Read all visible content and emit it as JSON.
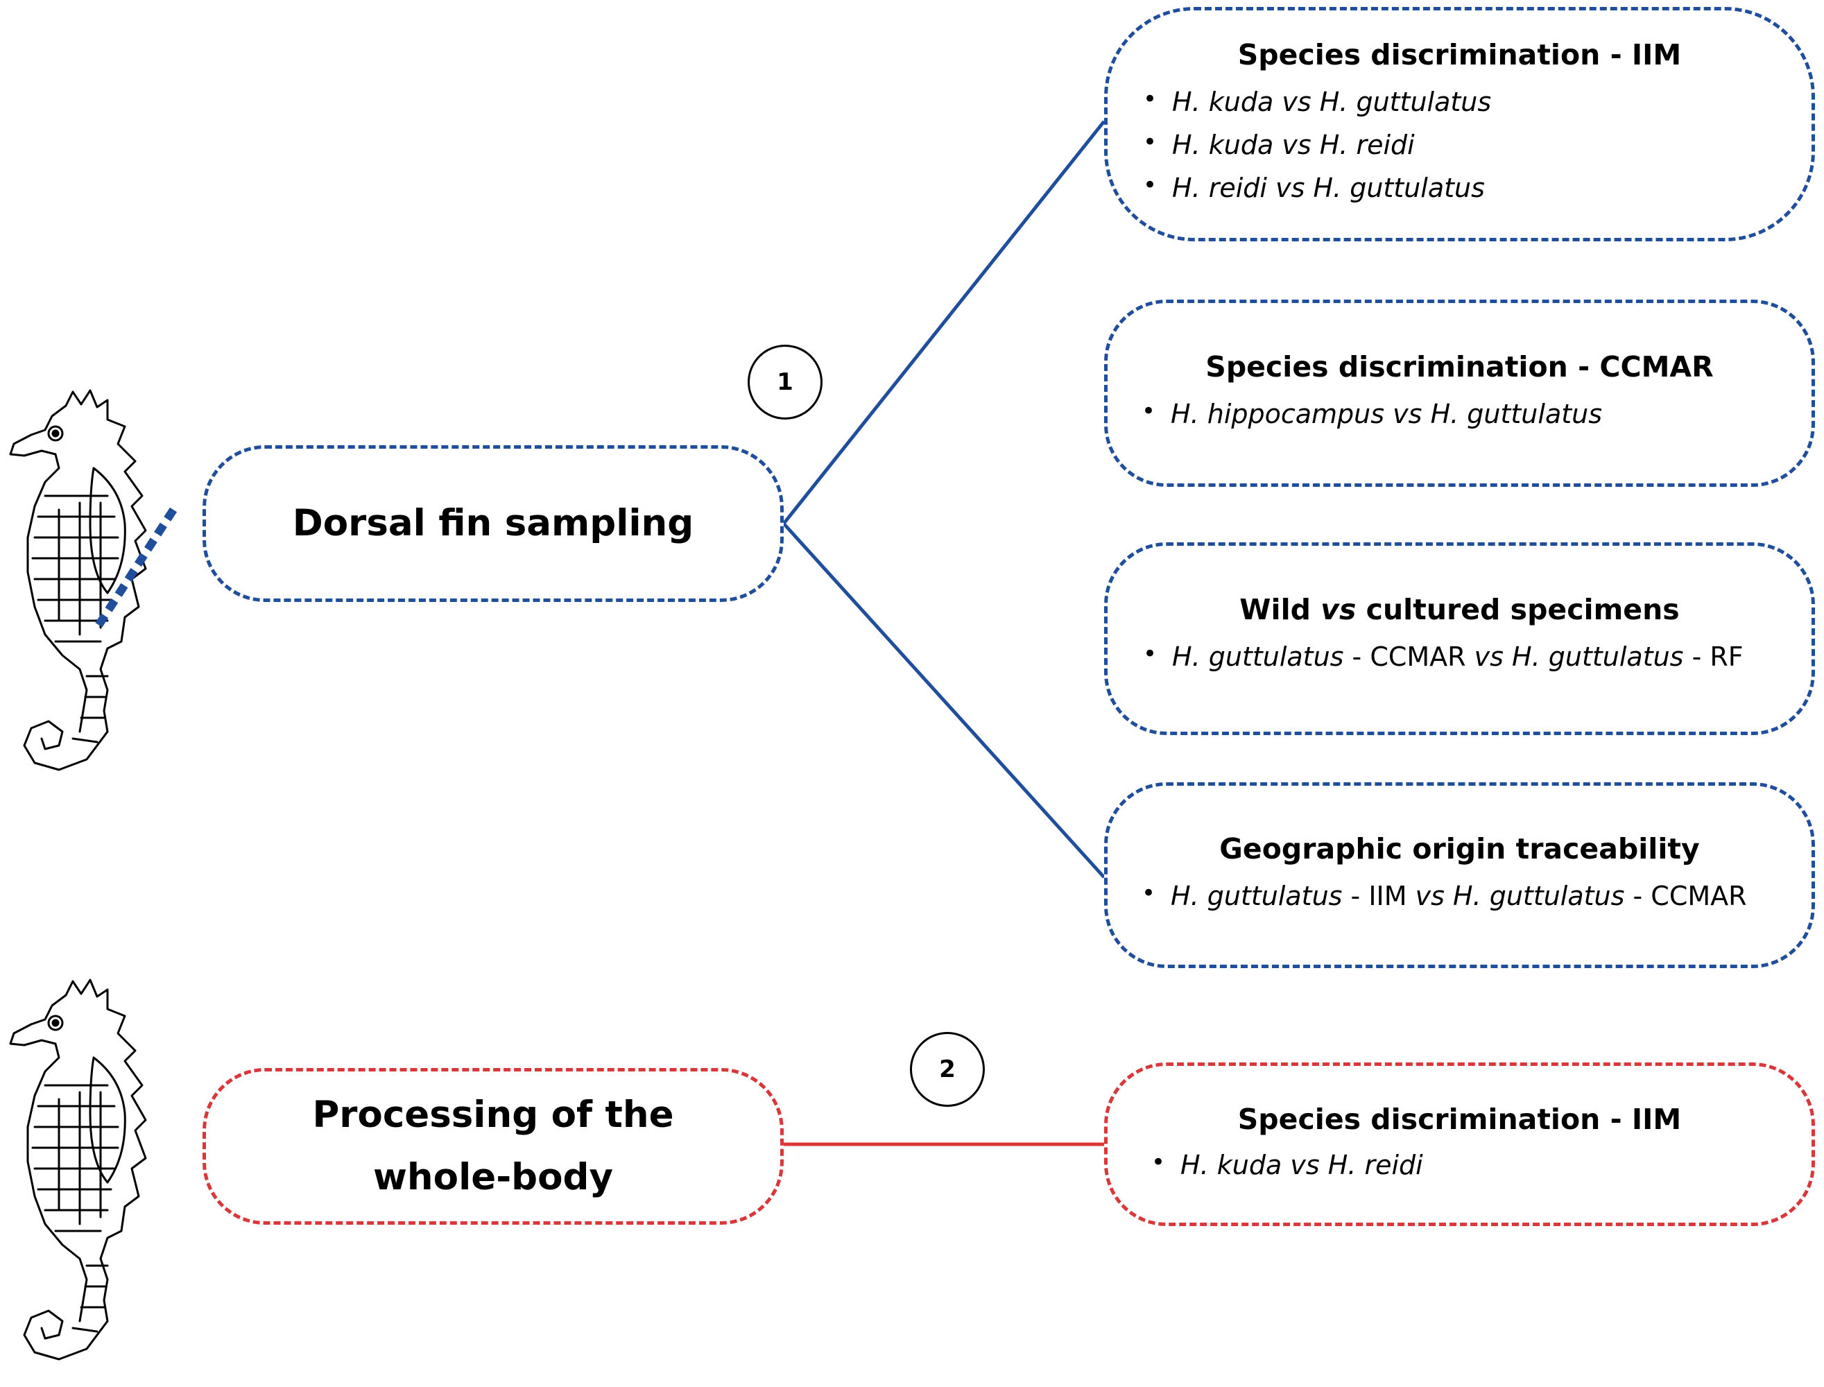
{
  "colors": {
    "path1": "#1f4e9c",
    "path2": "#d9373a"
  },
  "sources": {
    "dorsal": {
      "label": "Dorsal fin sampling",
      "icon": "seahorse-icon"
    },
    "whole": {
      "label": "Processing of the whole-body",
      "icon": "seahorse-icon"
    }
  },
  "steps": {
    "one": "1",
    "two": "2"
  },
  "results": {
    "iim1": {
      "title": "Species discrimination - IIM",
      "items": [
        {
          "a": "H. kuda",
          "vs": "vs",
          "b": "H. guttulatus"
        },
        {
          "a": "H. kuda",
          "vs": "vs",
          "b": "H. reidi"
        },
        {
          "a": "H. reidi",
          "vs": "vs",
          "b": "H. guttulatus"
        }
      ]
    },
    "ccmar": {
      "title": "Species discrimination - CCMAR",
      "items": [
        {
          "a": "H. hippocampus",
          "vs": "vs",
          "b": "H. guttulatus"
        }
      ]
    },
    "wild": {
      "title_a": "Wild ",
      "title_vs": "vs",
      "title_b": " cultured specimens",
      "item": {
        "a": "H. guttulatus",
        "a_suffix": " - CCMAR ",
        "vs": "vs",
        "b": " H. guttulatus",
        "b_suffix": " - RF"
      }
    },
    "geo": {
      "title": "Geographic origin traceability",
      "item": {
        "a": "H. guttulatus",
        "a_suffix": " - IIM ",
        "vs": "vs",
        "b": " H. guttulatus",
        "b_suffix": " - CCMAR"
      }
    },
    "iim2": {
      "title": "Species discrimination - IIM",
      "items": [
        {
          "a": "H. kuda",
          "vs": "vs",
          "b": "H. reidi"
        }
      ]
    }
  }
}
